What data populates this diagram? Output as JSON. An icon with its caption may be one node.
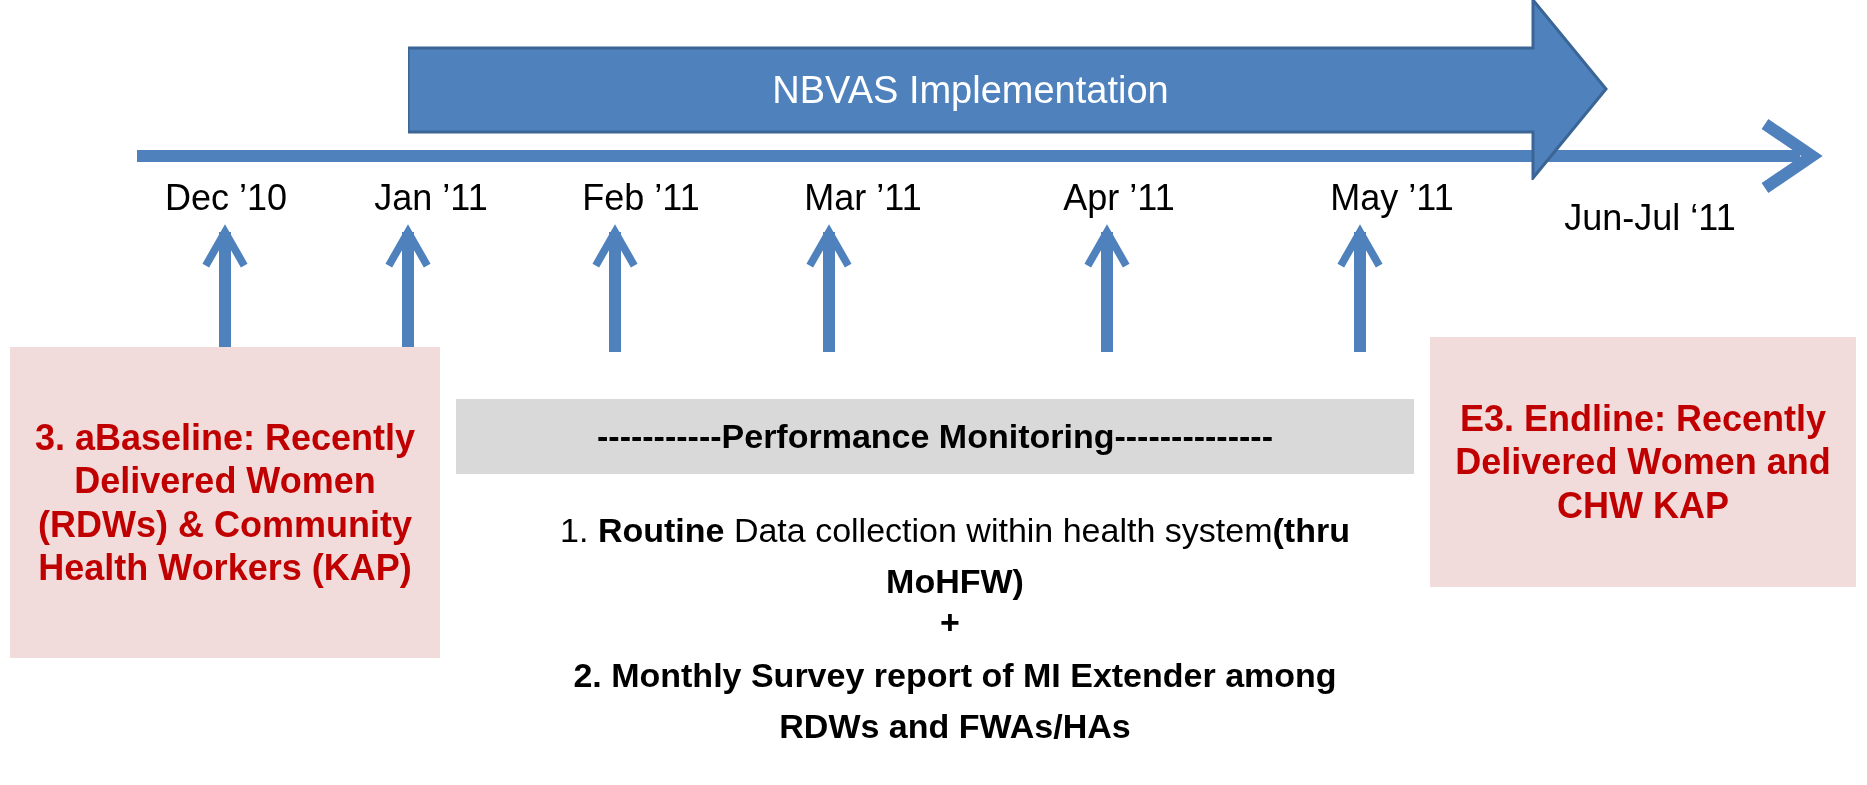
{
  "diagram": {
    "nodes": [
      {
        "text": [
          "NBVAS Implementation"
        ]
      },
      {
        "text": [
          "Dec ’10"
        ]
      },
      {
        "text": [
          "Jan ’11"
        ]
      },
      {
        "text": [
          "Feb ’11"
        ]
      },
      {
        "text": [
          "Mar ’11"
        ]
      },
      {
        "text": [
          "Apr ’11"
        ]
      },
      {
        "text": [
          "May ’11"
        ]
      },
      {
        "text": [
          "Jun-Jul ‘11"
        ]
      },
      {
        "text": [
          "3. aBaseline: Recently Delivered Women (RDWs) & Community Health Workers (KAP)"
        ]
      },
      {
        "text": [
          "-----------Performance Monitoring--------------"
        ]
      },
      {
        "text": [
          "E3. Endline: Recently Delivered Women and CHW KAP"
        ]
      }
    ],
    "edges": [
      {
        "from": 8,
        "to": 1,
        "arrow": "to"
      },
      {
        "from": 8,
        "to": 2,
        "arrow": "to"
      },
      {
        "from": null,
        "to": 3,
        "arrow": "to"
      },
      {
        "from": null,
        "to": 4,
        "arrow": "to"
      },
      {
        "from": null,
        "to": 5,
        "arrow": "to"
      },
      {
        "from": null,
        "to": 6,
        "arrow": "to"
      }
    ],
    "labels": [
      "1. **Routine** Data collection within health system**(thru MoHFW)**",
      "+",
      "2. Monthly Survey report of MI Extender among RDWs and FWAs/HAs"
    ]
  }
}
